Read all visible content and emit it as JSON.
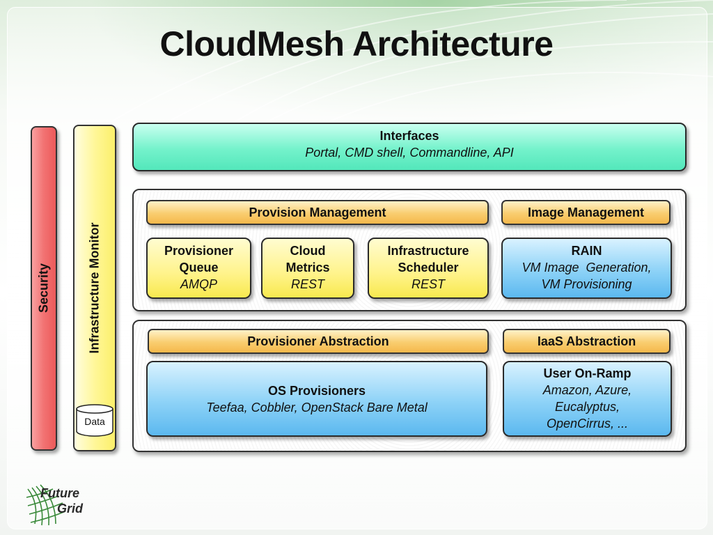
{
  "slide": {
    "title": "CloudMesh Architecture"
  },
  "side": {
    "security": "Security",
    "infrastructure_monitor": "Infrastructure Monitor",
    "data": "Data"
  },
  "interfaces": {
    "title": "Interfaces",
    "subtitle": "Portal, CMD shell, Commandline, API"
  },
  "management": {
    "provision_management": "Provision Management",
    "image_management": "Image Management",
    "provisioner_queue": {
      "line1": "Provisioner",
      "line2": "Queue",
      "detail": "AMQP"
    },
    "cloud_metrics": {
      "line1": "Cloud",
      "line2": "Metrics",
      "detail": "REST"
    },
    "infrastructure_scheduler": {
      "line1": "Infrastructure",
      "line2": "Scheduler",
      "detail": "REST"
    },
    "rain": {
      "title": "RAIN",
      "detail1": "VM Image  Generation,",
      "detail2": "VM Provisioning"
    }
  },
  "abstraction": {
    "provisioner_abstraction": "Provisioner Abstraction",
    "iaas_abstraction": "IaaS Abstraction",
    "os_provisioners": {
      "title": "OS Provisioners",
      "detail": "Teefaa, Cobbler, OpenStack Bare Metal"
    },
    "user_on_ramp": {
      "title": "User On-Ramp",
      "detail1": "Amazon, Azure,",
      "detail2": "Eucalyptus,",
      "detail3": "OpenCirrus, ..."
    }
  },
  "logo": {
    "line1": "Future",
    "line2": "Grid"
  },
  "colors": {
    "security": "#f26d6d",
    "monitor": "#fff799",
    "interfaces": "#6ff0c8",
    "bar": "#f8c75f",
    "yellow_box": "#fff38a",
    "blue_box": "#8dd2f7",
    "logo_green": "#3a8a3a"
  }
}
